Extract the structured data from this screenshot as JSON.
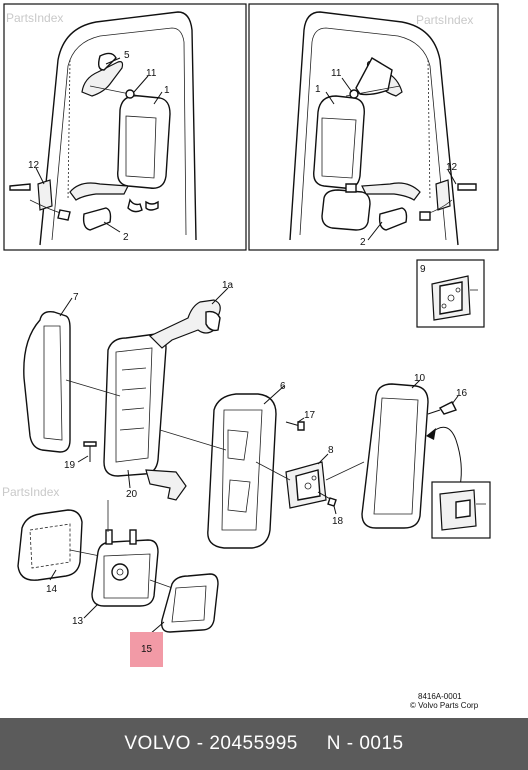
{
  "watermark": "PartsIndex",
  "callouts": {
    "c1": "1",
    "c2": "2",
    "c5": "5",
    "c11": "11",
    "c12": "12",
    "c1r": "1",
    "c2r": "2",
    "c11r": "11",
    "c12r": "12",
    "c9": "9",
    "c7": "7",
    "c1a": "1a",
    "c6": "6",
    "c10": "10",
    "c16": "16",
    "c17": "17",
    "c8": "8",
    "c19": "19",
    "c20": "20",
    "c18": "18",
    "c14": "14",
    "c13": "13",
    "c15": "15"
  },
  "reference": {
    "code": "8416A-0001",
    "copyright": "© Volvo Parts Corp"
  },
  "footer": {
    "text": "VOLVO - 20455995     N - 0015"
  },
  "colors": {
    "highlight": "#f29aa6",
    "footer_bg": "#5b5b5b",
    "watermark": "#c9c9c9"
  }
}
